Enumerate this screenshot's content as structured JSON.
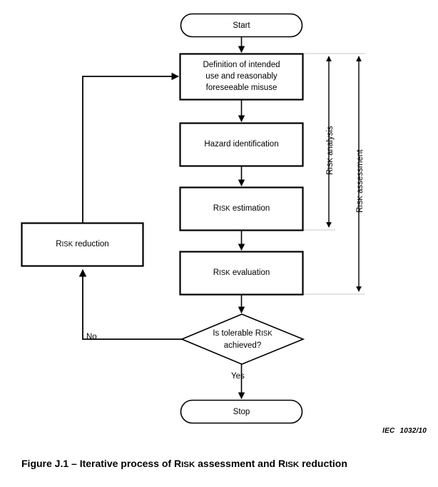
{
  "figure": {
    "caption_prefix": "Figure J.1 – Iterative process of ",
    "caption_risk1_cap": "R",
    "caption_risk1_rest": "ISK",
    "caption_mid": " assessment and ",
    "caption_risk2_cap": "R",
    "caption_risk2_rest": "ISK",
    "caption_suffix": " reduction",
    "caption_full": "Figure J.1 – Iterative process of RISK assessment and RISK reduction",
    "reference_org": "IEC",
    "reference_number": "1032/10"
  },
  "flowchart": {
    "type": "flowchart",
    "nodes": [
      {
        "id": "start",
        "shape": "terminator",
        "label": "Start"
      },
      {
        "id": "definition",
        "shape": "process",
        "label": "Definition of intended\nuse and reasonably\nforeseeable misuse"
      },
      {
        "id": "hazard",
        "shape": "process",
        "label": "Hazard identification"
      },
      {
        "id": "estimation",
        "shape": "process",
        "label_cap": "R",
        "label_sc": "ISK",
        "label_rest": " estimation",
        "label": "RISK estimation"
      },
      {
        "id": "evaluation",
        "shape": "process",
        "label_cap": "R",
        "label_sc": "ISK",
        "label_rest": " evaluation",
        "label": "RISK evaluation"
      },
      {
        "id": "decision",
        "shape": "decision",
        "label_line1_pre": "Is tolerable ",
        "label_cap": "R",
        "label_sc": "ISK",
        "label_line2": "achieved?",
        "label": "Is tolerable RISK achieved?"
      },
      {
        "id": "reduction",
        "shape": "process",
        "label_cap": "R",
        "label_sc": "ISK",
        "label_rest": " reduction",
        "label": "RISK reduction"
      },
      {
        "id": "stop",
        "shape": "terminator",
        "label": "Stop"
      }
    ],
    "edges": [
      {
        "from": "start",
        "to": "definition",
        "label": ""
      },
      {
        "from": "definition",
        "to": "hazard",
        "label": ""
      },
      {
        "from": "hazard",
        "to": "estimation",
        "label": ""
      },
      {
        "from": "estimation",
        "to": "evaluation",
        "label": ""
      },
      {
        "from": "evaluation",
        "to": "decision",
        "label": ""
      },
      {
        "from": "decision",
        "to": "reduction",
        "label": "No"
      },
      {
        "from": "decision",
        "to": "stop",
        "label": "Yes"
      },
      {
        "from": "reduction",
        "to": "definition",
        "label": ""
      }
    ],
    "edge_labels": {
      "no": "No",
      "yes": "Yes"
    },
    "brackets": [
      {
        "id": "risk-analysis",
        "label_cap": "R",
        "label_sc": "ISK",
        "label_rest": " analysis",
        "label": "RISK analysis",
        "covers": [
          "definition",
          "hazard",
          "estimation"
        ]
      },
      {
        "id": "risk-assessment",
        "label_cap": "R",
        "label_sc": "ISK",
        "label_rest": " assessment",
        "label": "RISK assessment",
        "covers": [
          "definition",
          "hazard",
          "estimation",
          "evaluation"
        ]
      }
    ]
  },
  "colors": {
    "stroke": "#000000",
    "fill": "#ffffff",
    "guide": "#c8c8c8",
    "text": "#000000"
  }
}
